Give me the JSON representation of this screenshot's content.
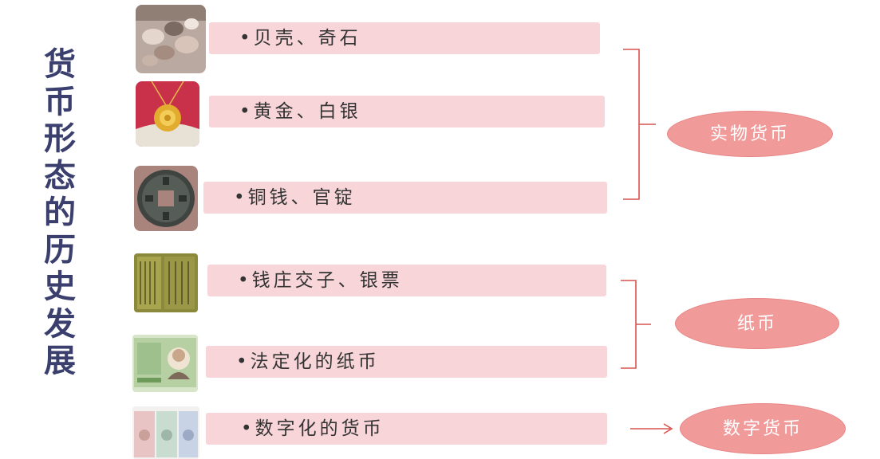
{
  "title_chars": [
    "货",
    "币",
    "形",
    "态",
    "的",
    "历",
    "史",
    "发",
    "展"
  ],
  "stages": [
    {
      "label": "•贝壳、奇石",
      "icon": "shells-icon"
    },
    {
      "label": "•黄金、白银",
      "icon": "gold-pendant-icon"
    },
    {
      "label": "•铜钱、官锭",
      "icon": "copper-coin-icon"
    },
    {
      "label": "•钱庄交子、银票",
      "icon": "jiaozi-banknote-icon"
    },
    {
      "label": "•法定化的纸币",
      "icon": "paper-banknote-icon"
    },
    {
      "label": "•数字化的货币",
      "icon": "digital-currency-icon"
    }
  ],
  "categories": {
    "physical": "实物货币",
    "paper": "纸币",
    "digital": "数字货币"
  },
  "colors": {
    "title": "#3a3f6e",
    "bar": "#f7d5d8",
    "ellipse": "#f19a9a",
    "connector": "#d9534f"
  }
}
